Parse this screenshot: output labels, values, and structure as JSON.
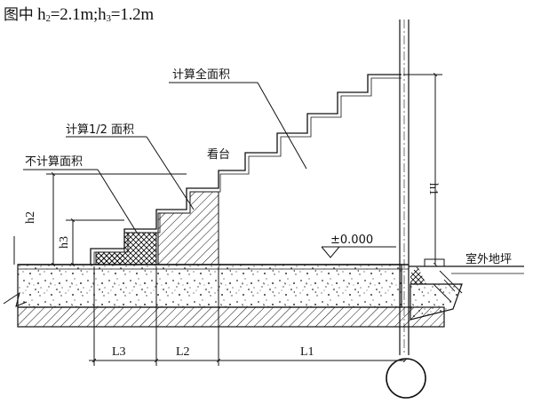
{
  "title": {
    "prefix": "图中",
    "h2_base": "h",
    "h2_sub": "2",
    "h2_value": "=2.1m;",
    "h3_base": "h",
    "h3_sub": "3",
    "h3_value": "=1.2m"
  },
  "labels": {
    "full_area": "计算全面积",
    "half_area": "计算1/2 面积",
    "no_area": "不计算面积",
    "stand": "看台",
    "elevation": "±0.000",
    "outdoor_ground": "室外地坪"
  },
  "dimensions": {
    "h1": "h1",
    "h2": "h2",
    "h3": "h3",
    "L1": "L1",
    "L2": "L2",
    "L3": "L3"
  },
  "colors": {
    "ink": "#111111",
    "background": "#ffffff"
  }
}
